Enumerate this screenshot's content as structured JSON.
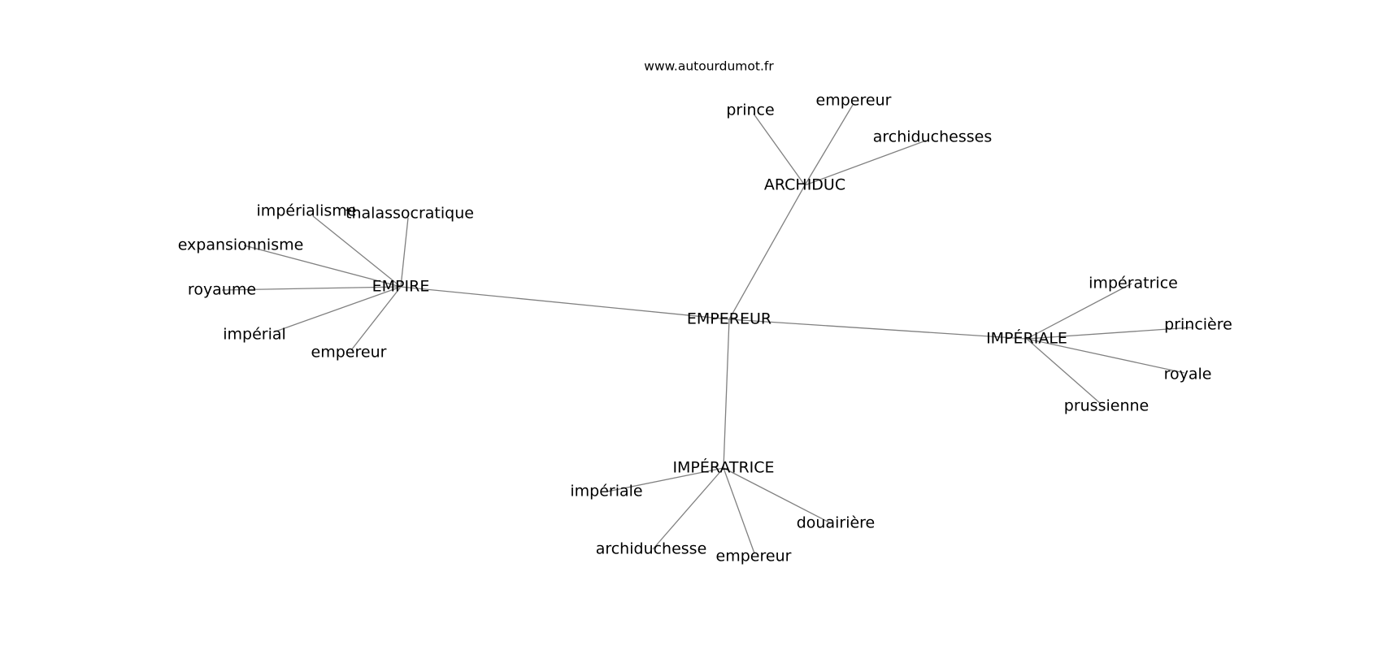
{
  "site": "www.autourdumot.fr",
  "nodes": [
    {
      "id": "EMPEREUR",
      "label": "EMPEREUR"
    },
    {
      "id": "EMPIRE",
      "label": "EMPIRE"
    },
    {
      "id": "ARCHIDUC",
      "label": "ARCHIDUC"
    },
    {
      "id": "IMPERIALE",
      "label": "IMPÉRIALE"
    },
    {
      "id": "IMPERATRICE",
      "label": "IMPÉRATRICE"
    },
    {
      "id": "imperialisme",
      "label": "impérialisme"
    },
    {
      "id": "thalassocratique",
      "label": "thalassocratique"
    },
    {
      "id": "expansionnisme",
      "label": "expansionnisme"
    },
    {
      "id": "royaume",
      "label": "royaume"
    },
    {
      "id": "imperial",
      "label": "impérial"
    },
    {
      "id": "empereur_empire",
      "label": "empereur"
    },
    {
      "id": "prince",
      "label": "prince"
    },
    {
      "id": "empereur_archiduc",
      "label": "empereur"
    },
    {
      "id": "archiduchesses",
      "label": "archiduchesses"
    },
    {
      "id": "imperatrice_min",
      "label": "impératrice"
    },
    {
      "id": "princiere",
      "label": "princière"
    },
    {
      "id": "royale",
      "label": "royale"
    },
    {
      "id": "prussienne",
      "label": "prussienne"
    },
    {
      "id": "imperiale_min",
      "label": "impériale"
    },
    {
      "id": "archiduchesse",
      "label": "archiduchesse"
    },
    {
      "id": "empereur_imperatrice",
      "label": "empereur"
    },
    {
      "id": "douairiere",
      "label": "douairière"
    }
  ],
  "edges": [
    [
      "EMPEREUR",
      "EMPIRE"
    ],
    [
      "EMPEREUR",
      "ARCHIDUC"
    ],
    [
      "EMPEREUR",
      "IMPERIALE"
    ],
    [
      "EMPEREUR",
      "IMPERATRICE"
    ],
    [
      "EMPIRE",
      "imperialisme"
    ],
    [
      "EMPIRE",
      "thalassocratique"
    ],
    [
      "EMPIRE",
      "expansionnisme"
    ],
    [
      "EMPIRE",
      "royaume"
    ],
    [
      "EMPIRE",
      "imperial"
    ],
    [
      "EMPIRE",
      "empereur_empire"
    ],
    [
      "ARCHIDUC",
      "prince"
    ],
    [
      "ARCHIDUC",
      "empereur_archiduc"
    ],
    [
      "ARCHIDUC",
      "archiduchesses"
    ],
    [
      "IMPERIALE",
      "imperatrice_min"
    ],
    [
      "IMPERIALE",
      "princiere"
    ],
    [
      "IMPERIALE",
      "royale"
    ],
    [
      "IMPERIALE",
      "prussienne"
    ],
    [
      "IMPERATRICE",
      "imperiale_min"
    ],
    [
      "IMPERATRICE",
      "archiduchesse"
    ],
    [
      "IMPERATRICE",
      "empereur_imperatrice"
    ],
    [
      "IMPERATRICE",
      "douairiere"
    ]
  ]
}
